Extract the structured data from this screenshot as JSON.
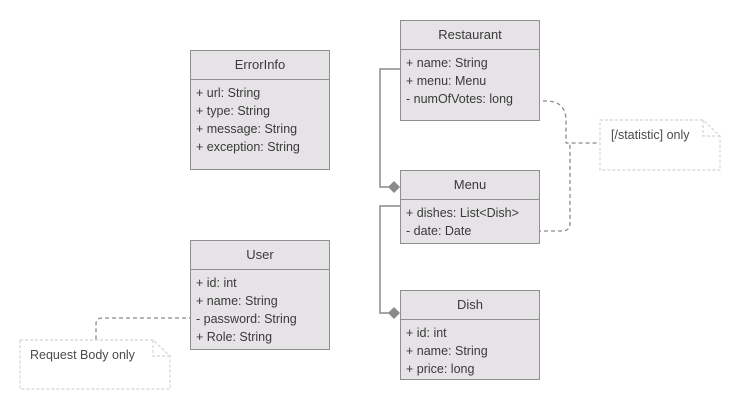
{
  "classes": {
    "restaurant": {
      "name": "Restaurant",
      "attributes": [
        "+ name: String",
        "+ menu: Menu",
        "- numOfVotes: long"
      ]
    },
    "error_info": {
      "name": "ErrorInfo",
      "attributes": [
        "+ url: String",
        "+ type: String",
        "+ message: String",
        "+ exception: String"
      ]
    },
    "menu": {
      "name": "Menu",
      "attributes": [
        "+ dishes: List<Dish>",
        "- date: Date"
      ]
    },
    "user": {
      "name": "User",
      "attributes": [
        "+ id: int",
        "+ name:  String",
        "- password: String",
        "+ Role: String"
      ]
    },
    "dish": {
      "name": "Dish",
      "attributes": [
        "+ id: int",
        "+ name: String",
        "+ price: long"
      ]
    }
  },
  "notes": {
    "statistic": "[/statistic] only",
    "request_body": "Request Body only"
  },
  "colors": {
    "class_fill": "#e6e3e6",
    "class_border": "#8f8f8f",
    "connector": "#8a8a8a",
    "note_border": "#d4d4d4"
  }
}
